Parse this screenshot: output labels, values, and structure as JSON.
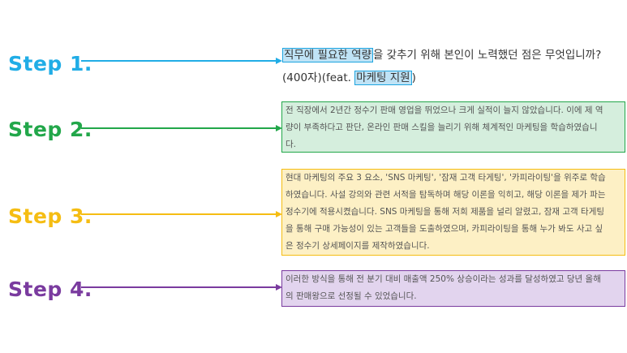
{
  "colors": {
    "step1": "#21ade6",
    "step2": "#22a74a",
    "step3": "#f5bd13",
    "step4": "#7a3b9f",
    "box2_bg": "#d5eedd",
    "box3_bg": "#fdf0c5",
    "box4_bg": "#e2d4ee",
    "highlight_bg": "#bfe3f6"
  },
  "steps": [
    {
      "label": "Step 1."
    },
    {
      "label": "Step 2."
    },
    {
      "label": "Step 3."
    },
    {
      "label": "Step 4."
    }
  ],
  "question": {
    "hl1": "직무에 필요한 역량",
    "rest1": "을 갖추기 위해 본인이 노력했던 점은 무엇입니까?",
    "pre2": "(400자)(feat. ",
    "hl2": "마케팅 지원",
    "post2": ")"
  },
  "answers": {
    "step2": {
      "lines": [
        "전 직장에서 2년간 정수기 판매 영업을 뛰었으나 크게 실적이 늘지 않았습니다. 이에 제 역",
        "량이 부족하다고 판단, 온라인 판매 스킬을 늘리기 위해 체계적인 마케팅을 학습하였습니",
        "다."
      ]
    },
    "step3": {
      "lines": [
        "현대 마케팅의 주요 3 요소, 'SNS 마케팅', '잠재 고객 타게팅', '카피라이팅'을 위주로 학습",
        "하였습니다. 사설 강의와 관련 서적을 탐독하며 해당 이론을 익히고, 해당 이론을 제가 파는",
        "정수기에 적용시켰습니다. SNS 마케팅을 통해 저희 제품을 널리 알렸고, 잠재 고객 타게팅",
        "을 통해 구매 가능성이 있는 고객들을 도출하였으며, 카피라이팅을 통해 누가 봐도 사고 싶",
        "은 정수기 상세페이지를 제작하였습니다."
      ]
    },
    "step4": {
      "lines": [
        " 이러한 방식을 통해 전 분기 대비 매출액 250% 상승이라는 성과를 달성하였고 당년 올해",
        "의 판매왕으로 선정될 수 있었습니다."
      ]
    }
  }
}
